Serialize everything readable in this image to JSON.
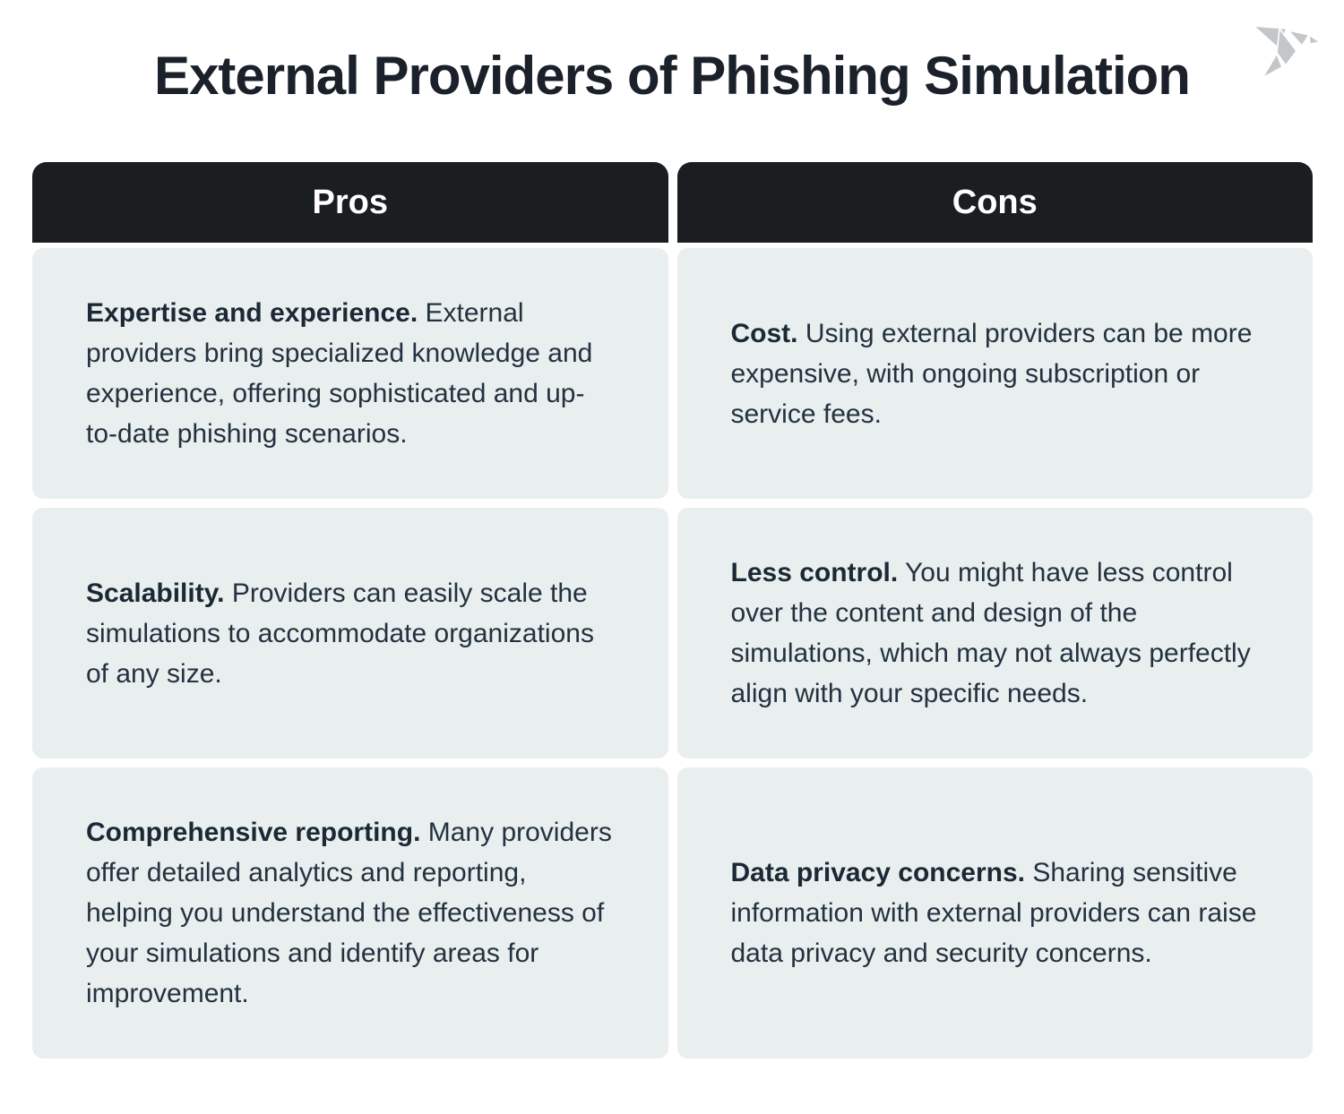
{
  "page": {
    "title": "External Providers of Phishing Simulation"
  },
  "colors": {
    "header_bg": "#1b1e21",
    "header_text": "#ffffff",
    "cell_bg": "#e9efee",
    "title_text": "#1a212b",
    "body_text": "#233140",
    "logo_gray": "#c3c7ca",
    "page_bg": "#ffffff"
  },
  "icons": {
    "logo": "origami-bird-icon"
  },
  "table": {
    "columns": [
      {
        "id": "pros",
        "header": "Pros"
      },
      {
        "id": "cons",
        "header": "Cons"
      }
    ],
    "rows": [
      {
        "pros": {
          "lead": "Expertise and experience.",
          "text": "External providers bring specialized knowledge and experience, offering sophisticated and up-to-date phishing scenarios."
        },
        "cons": {
          "lead": "Cost.",
          "text": "Using external providers can be more expensive, with ongoing subscription or service fees."
        }
      },
      {
        "pros": {
          "lead": "Scalability.",
          "text": "Providers can easily scale the simulations to accommodate organizations of any size."
        },
        "cons": {
          "lead": "Less control.",
          "text": "You might have less control over the content and design of the simulations, which may not always perfectly align with your specific needs."
        }
      },
      {
        "pros": {
          "lead": "Comprehensive reporting.",
          "text": "Many providers offer detailed analytics and reporting, helping you understand the effectiveness of your simulations and identify areas for improvement."
        },
        "cons": {
          "lead": "Data privacy concerns.",
          "text": "Sharing sensitive information with external providers can raise data privacy and security concerns."
        }
      }
    ]
  }
}
